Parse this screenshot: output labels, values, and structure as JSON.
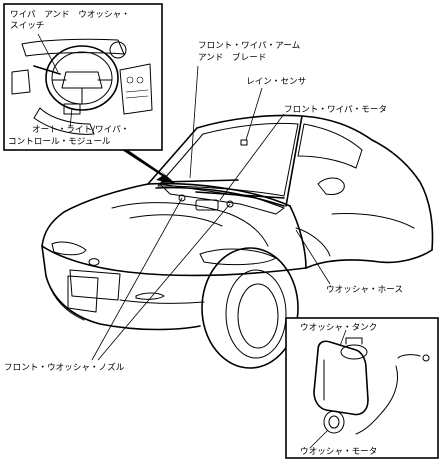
{
  "labels": {
    "wiper_switch_line1": "ワイパ　アンド　ウオッシャ・",
    "wiper_switch_line2": "スイッチ",
    "front_wiper_arm_line1": "フロント・ワイパ・アーム",
    "front_wiper_arm_line2": "アンド　ブレード",
    "rain_sensor": "レイン・センサ",
    "front_wiper_motor": "フロント・ワイパ・モータ",
    "auto_light_module_line1": "オート・ライト/ワイパ・",
    "auto_light_module_line2": "コントロール・モジュール",
    "washer_hose": "ウオッシャ・ホース",
    "washer_tank": "ウオッシャ・タンク",
    "front_washer_nozzle": "フロント・ウオッシャ・ノズル",
    "washer_motor": "ウオッシャ・モータ"
  }
}
